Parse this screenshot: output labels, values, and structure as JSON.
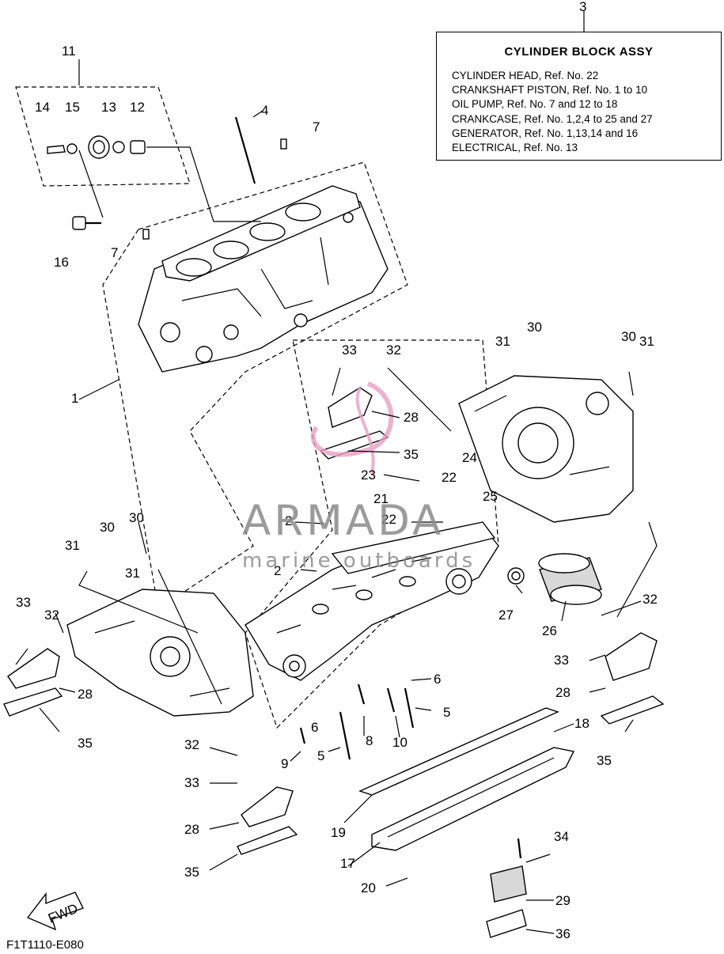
{
  "note": {
    "ref": "3",
    "title": "CYLINDER BLOCK ASSY",
    "lines": [
      "CYLINDER HEAD,  Ref. No. 22",
      "CRANKSHAFT PISTON,  Ref. No. 1 to 10",
      "OIL PUMP,  Ref. No. 7 and 12 to 18",
      "CRANKCASE,  Ref. No. 1,2,4 to 25 and 27",
      "GENERATOR,  Ref. No. 1,13,14 and 16",
      "ELECTRICAL,  Ref. No. 13"
    ]
  },
  "footer_code": "F1T1110-E080",
  "fwd_label": "FWD",
  "watermark": {
    "word": "ARMADA",
    "sub": "marine outboards",
    "accent": "#e8a0c4",
    "grey": "#8a8a8a"
  },
  "callouts": [
    "11",
    "14",
    "15",
    "13",
    "12",
    "4",
    "7",
    "7",
    "16",
    "1",
    "33",
    "32",
    "28",
    "35",
    "30",
    "31",
    "30",
    "31",
    "24",
    "23",
    "22",
    "25",
    "21",
    "22",
    "2",
    "2",
    "30",
    "30",
    "31",
    "31",
    "33",
    "32",
    "28",
    "35",
    "27",
    "26",
    "32",
    "33",
    "28",
    "35",
    "6",
    "5",
    "6",
    "8",
    "10",
    "5",
    "9",
    "18",
    "32",
    "33",
    "28",
    "35",
    "19",
    "17",
    "34",
    "20",
    "29",
    "36"
  ],
  "icons": {
    "fwd": "fwd-arrow-icon",
    "logo": "armada-logo-icon"
  }
}
